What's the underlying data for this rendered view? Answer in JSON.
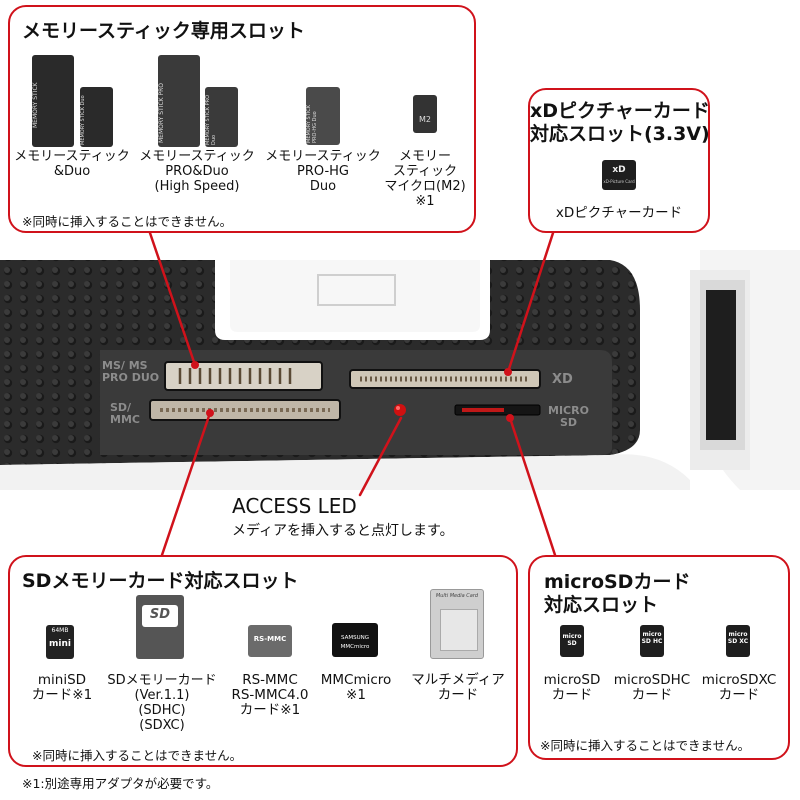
{
  "ms_panel": {
    "title": "メモリースティック専用スロット",
    "cards": [
      {
        "label": "メモリースティック\n&Duo",
        "card_text_long": "MEMORY STICK",
        "card_text_short": "MEMORY STICK Duo"
      },
      {
        "label": "メモリースティック\nPRO&Duo\n(High Speed)",
        "card_text_long": "MEMORY STICK PRO",
        "card_text_short": "MEMORY STICK PRO Duo"
      },
      {
        "label": "メモリースティック\nPRO-HG\nDuo",
        "card_text": "MEMORY STICK PRO-HG Duo"
      },
      {
        "label": "メモリー\nスティック\nマイクロ(M2)\n※1",
        "card_text": "M2"
      }
    ],
    "note": "※同時に挿入することはできません。"
  },
  "xd_panel": {
    "title_line1": "xDピクチャーカード",
    "title_line2": "対応スロット(3.3V)",
    "card_text": "xD-Picture Card",
    "card_logo": "xD",
    "card_label": "xDピクチャーカード"
  },
  "device": {
    "slot_labels": {
      "ms": "MS/ MS\nPRO DUO",
      "sd": "SD/\nMMC",
      "xd": "XD",
      "micro": "MICRO\nSD"
    }
  },
  "access_led": {
    "title": "ACCESS LED",
    "desc": "メディアを挿入すると点灯します。"
  },
  "sd_panel": {
    "title": "SDメモリーカード対応スロット",
    "cards": [
      {
        "label": "miniSD\nカード※1",
        "card_text_top": "64MB",
        "card_logo": "mini"
      },
      {
        "label": "SDメモリーカード\n(Ver.1.1)\n(SDHC)\n(SDXC)",
        "card_logo": "SD"
      },
      {
        "label": "RS-MMC\nRS-MMC4.0\nカード※1",
        "card_text": "RS-MMC"
      },
      {
        "label": "MMCmicro\n※1",
        "card_text_top": "SAMSUNG",
        "card_text_bottom": "MMCmicro"
      },
      {
        "label": "マルチメディア\nカード",
        "card_text": "Multi Media Card"
      }
    ],
    "note": "※同時に挿入することはできません。"
  },
  "microsd_panel": {
    "title_line1": "microSDカード",
    "title_line2": "対応スロット",
    "cards": [
      {
        "label": "microSD\nカード",
        "card_logo": "micro SD"
      },
      {
        "label": "microSDHC\nカード",
        "card_logo": "micro SD HC"
      },
      {
        "label": "microSDXC\nカード",
        "card_logo": "micro SD XC"
      }
    ],
    "note": "※同時に挿入することはできません。"
  },
  "footnote": "※1:別途専用アダプタが必要です。",
  "colors": {
    "accent": "#d0121b",
    "device": "#2b2b2b",
    "led": "#d01010"
  }
}
